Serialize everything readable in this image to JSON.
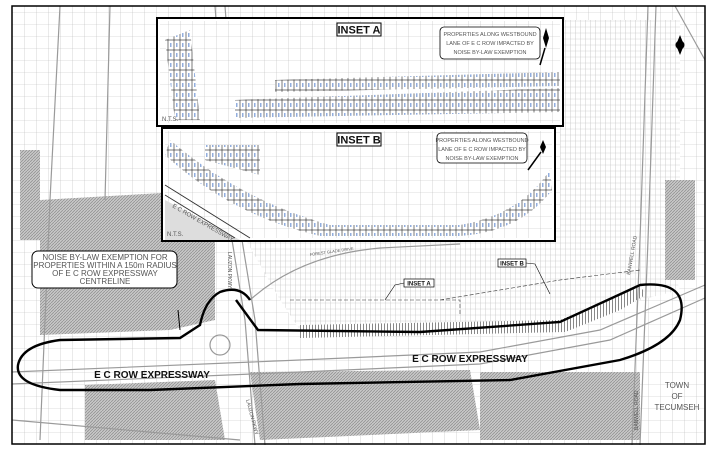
{
  "map": {
    "callout": {
      "lines": [
        "NOISE BY-LAW EXEMPTION FOR",
        "PROPERTIES WITHIN A 150m RADIUS",
        "OF E C ROW EXPRESSWAY",
        "CENTRELINE"
      ]
    },
    "road_labels": {
      "expressway_west": "E C ROW EXPRESSWAY",
      "expressway_east": "E C ROW EXPRESSWAY",
      "lauzon_north": "LAUZON PKWY",
      "lauzon_south": "LAUZON PKWY",
      "banwell_north": "BANWELL ROAD",
      "banwell_south": "BANWELL ROAD",
      "forest_glade": "FOREST GLADE DRIVE"
    },
    "municipality": [
      "TOWN",
      "OF",
      "TECUMSEH"
    ],
    "inset_pointers": {
      "a": "INSET A",
      "b": "INSET B"
    },
    "inset_a": {
      "title": "INSET A",
      "note": [
        "PROPERTIES ALONG WESTBOUND",
        "LANE OF E C ROW IMPACTED BY",
        "NOISE BY-LAW EXEMPTION"
      ],
      "scale": "N.T.S."
    },
    "inset_b": {
      "title": "INSET B",
      "note": [
        "PROPERTIES ALONG WESTBOUND",
        "LANE OF E C ROW IMPACTED BY",
        "NOISE BY-LAW EXEMPTION"
      ],
      "scale": "N.T.S.",
      "road_label": "E C ROW EXPRESSWAY"
    },
    "colors": {
      "boundary": "#000000",
      "roads": "#9a9a9a",
      "hatch": "#8c8c8c",
      "parcel_tag": "#4a78c8"
    }
  }
}
